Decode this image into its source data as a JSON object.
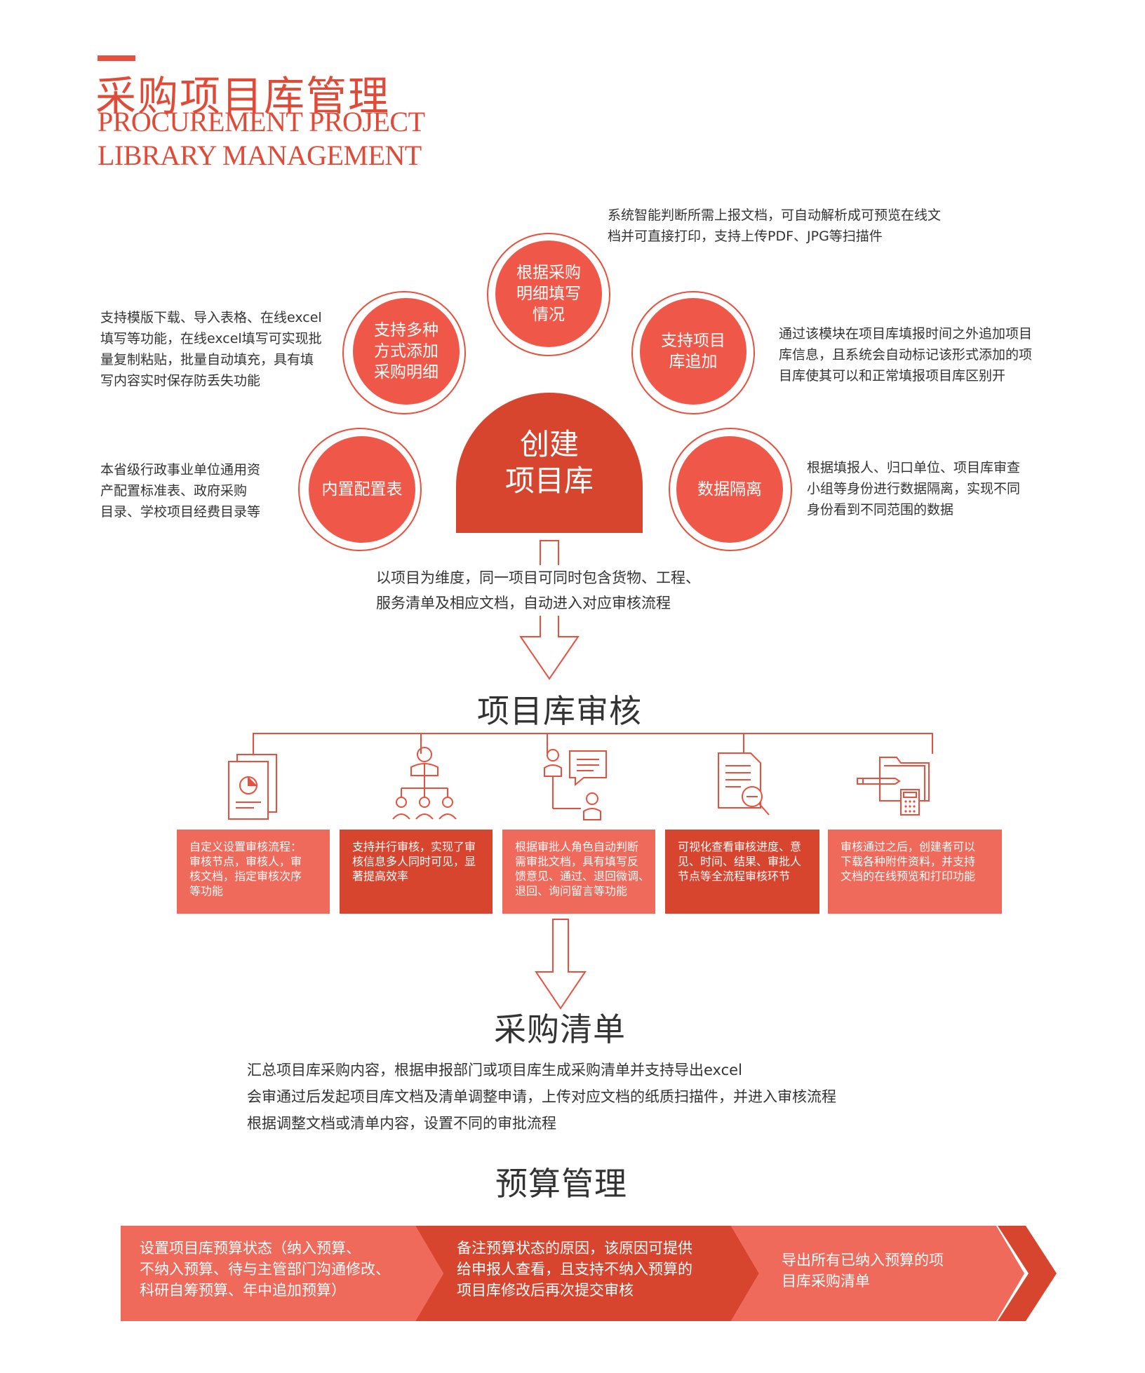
{
  "header": {
    "title_cn": "采购项目库管理",
    "title_en_line1": "PROCUREMENT PROJECT",
    "title_en_line2": "LIBRARY MANAGEMENT"
  },
  "center": {
    "line1": "创建",
    "line2": "项目库"
  },
  "petals": [
    {
      "label_lines": [
        "根据采购",
        "明细填写",
        "情况"
      ],
      "desc_lines": [
        "系统智能判断所需上报文档，可自动解析成可预览在线文",
        "档并可直接打印，支持上传PDF、JPG等扫描件"
      ]
    },
    {
      "label_lines": [
        "支持多种",
        "方式添加",
        "采购明细"
      ],
      "desc_lines": [
        "支持模版下载、导入表格、在线excel",
        "填写等功能，在线excel填写可实现批",
        "量复制粘贴，批量自动填充，具有填",
        "写内容实时保存防丢失功能"
      ]
    },
    {
      "label_lines": [
        "支持项目",
        "库追加"
      ],
      "desc_lines": [
        "通过该模块在项目库填报时间之外追加项目",
        "库信息，且系统会自动标记该形式添加的项",
        "目库使其可以和正常填报项目库区别开"
      ]
    },
    {
      "label_lines": [
        "内置配置表"
      ],
      "desc_lines": [
        "本省级行政事业单位通用资",
        "产配置标准表、政府采购",
        "目录、学校项目经费目录等"
      ]
    },
    {
      "label_lines": [
        "数据隔离"
      ],
      "desc_lines": [
        "根据填报人、归口单位、项目库审查",
        "小组等身份进行数据隔离，实现不同",
        "身份看到不同范围的数据"
      ]
    }
  ],
  "flow_note_lines": [
    "以项目为维度，同一项目可同时包含货物、工程、",
    "服务清单及相应文档，自动进入对应审核流程"
  ],
  "review": {
    "title": "项目库审核",
    "cards": [
      {
        "icon": "document-chart-icon",
        "lines": [
          "自定义设置审核流程：",
          "审核节点，审核人，审",
          "核文档，指定审核次序",
          "等功能"
        ]
      },
      {
        "icon": "org-hierarchy-icon",
        "lines": [
          "支持并行审核，实现了审",
          "核信息多人同时可见，显",
          "著提高效率"
        ]
      },
      {
        "icon": "chat-approval-icon",
        "lines": [
          "根据审批人角色自动判断",
          "需审批文档，具有填写反",
          "馈意见、通过、退回微调、",
          "退回、询问留言等功能"
        ]
      },
      {
        "icon": "document-search-icon",
        "lines": [
          "可视化查看审核进度、意",
          "见、时间、结果、审批人",
          "节点等全流程审核环节"
        ]
      },
      {
        "icon": "folder-pen-calculator-icon",
        "lines": [
          "审核通过之后，创建者可以",
          "下载各种附件资料，并支持",
          "文档的在线预览和打印功能"
        ]
      }
    ]
  },
  "procurement": {
    "title": "采购清单",
    "lines": [
      "汇总项目库采购内容，根据申报部门或项目库生成采购清单并支持导出excel",
      "会审通过后发起项目库文档及清单调整申请，上传对应文档的纸质扫描件，并进入审核流程",
      "根据调整文档或清单内容，设置不同的审批流程"
    ]
  },
  "budget": {
    "title": "预算管理",
    "steps": [
      {
        "lines": [
          "设置项目库预算状态（纳入预算、",
          "不纳入预算、待与主管部门沟通修改、",
          "科研自筹预算、年中追加预算）"
        ]
      },
      {
        "lines": [
          "备注预算状态的原因，该原因可提供",
          "给申报人查看，且支持不纳入预算的",
          "项目库修改后再次提交审核"
        ]
      },
      {
        "lines": [
          "导出所有已纳入预算的项",
          "目库采购清单"
        ]
      }
    ]
  },
  "colors": {
    "accent": "#e8503e",
    "light": "#f06a5b",
    "dark": "#d8452f"
  }
}
